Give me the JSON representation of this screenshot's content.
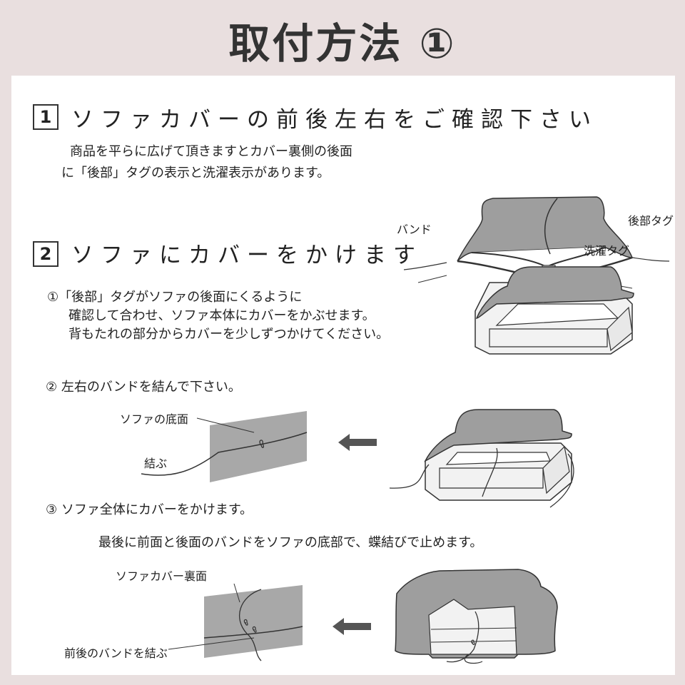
{
  "title": "取付方法 ①",
  "step1": {
    "num": "1",
    "heading": "ソファカバーの前後左右をご確認下さい",
    "line1": "商品を平らに広げて頂きますとカバー裏側の後面",
    "line2": "に「後部」タグの表示と洗濯表示があります。",
    "label_band": "バンド",
    "label_back_tag": "後部タグ",
    "label_wash_tag": "洗濯タグ"
  },
  "step2": {
    "num": "2",
    "heading": "ソファにカバーをかけます",
    "sub1": {
      "line1": "①「後部」タグがソファの後面にくるように",
      "line2": "確認して合わせ、ソファ本体にカバーをかぶせます。",
      "line3": "背もたれの部分からカバーを少しずつかけてください。"
    },
    "sub2": {
      "text": "② 左右のバンドを結んで下さい。",
      "label_bottom": "ソファの底面",
      "label_tie": "結ぶ"
    },
    "sub3": {
      "text": "③ ソファ全体にカバーをかけます。",
      "desc": "最後に前面と後面のバンドをソファの底部で、蝶結びで止めます。",
      "label_back": "ソファカバー裏面",
      "label_tie": "前後のバンドを結ぶ"
    }
  },
  "colors": {
    "background": "#e9dfdf",
    "panel": "#ffffff",
    "cover_gray": "#9e9e9e",
    "sofa_light": "#f2f2f2",
    "arrow": "#555555"
  }
}
